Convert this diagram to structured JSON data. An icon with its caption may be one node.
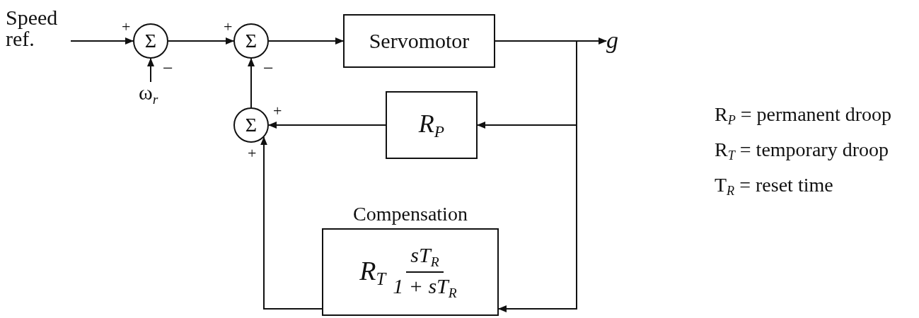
{
  "diagram": {
    "nodes": [
      {
        "text": [
          "Speed ref."
        ]
      },
      {
        "text": [
          "Σ"
        ]
      },
      {
        "text": [
          "ω$_{r}$"
        ]
      },
      {
        "text": [
          "Σ"
        ]
      },
      {
        "text": [
          "Servomotor"
        ]
      },
      {
        "text": [
          "g"
        ]
      },
      {
        "text": [
          "Σ"
        ]
      },
      {
        "text": [
          "R$_{P}$"
        ]
      },
      {
        "text": [
          "Compensation",
          "R$_{T}$",
          "sT$_{R}$",
          "1 + sT$_{R}$"
        ]
      }
    ],
    "edges": [
      {
        "from": 0,
        "to": 1,
        "arrow": "to"
      },
      {
        "from": 2,
        "to": 1,
        "arrow": "to"
      },
      {
        "from": 1,
        "to": 3,
        "arrow": "to"
      },
      {
        "from": 6,
        "to": 3,
        "arrow": "to"
      },
      {
        "from": 3,
        "to": 4,
        "arrow": "to"
      },
      {
        "from": 4,
        "to": 5,
        "arrow": "to"
      },
      {
        "from": 4,
        "to": 7,
        "arrow": "to"
      },
      {
        "from": 4,
        "to": 8,
        "arrow": "to"
      },
      {
        "from": 7,
        "to": 6,
        "arrow": "to"
      },
      {
        "from": 8,
        "to": 6,
        "arrow": "to"
      }
    ],
    "labels": [
      "+",
      "+",
      "−",
      "−",
      "+",
      "R$_{P}$ = permanent droop",
      "R$_{T}$ = temporary droop",
      "+",
      "T$_{R}$ = reset time"
    ]
  }
}
